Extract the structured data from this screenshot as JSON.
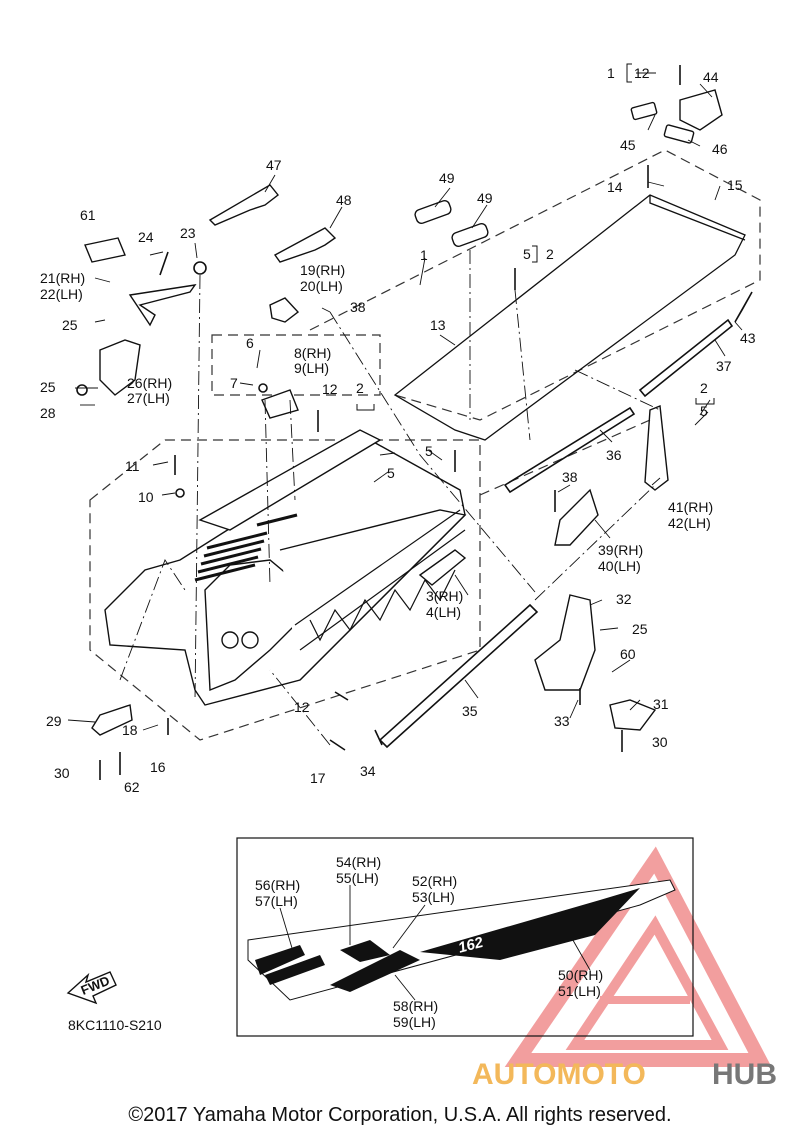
{
  "diagram_code": "8KC1110-S210",
  "fwd_label": "FWD",
  "decal_text": {
    "model_number": "162"
  },
  "watermark": {
    "text_part1": "AUTOMOTO",
    "text_part2": "HUB"
  },
  "copyright": "©2017 Yamaha Motor Corporation, U.S.A. All rights reserved.",
  "callouts": {
    "c1a": "1",
    "c12a": "12",
    "c44": "44",
    "c45": "45",
    "c46": "46",
    "c14": "14",
    "c15": "15",
    "c47": "47",
    "c48": "48",
    "c49a": "49",
    "c49b": "49",
    "c61": "61",
    "c24": "24",
    "c23": "23",
    "c21": "21(RH)",
    "c22": "22(LH)",
    "c19": "19(RH)",
    "c20": "20(LH)",
    "c1b": "1",
    "c5a": "5",
    "c2a": "2",
    "c38a": "38",
    "c25a": "25",
    "c13": "13",
    "c43": "43",
    "c6": "6",
    "c8": "8(RH)",
    "c9": "9(LH)",
    "c26": "26(RH)",
    "c27": "27(LH)",
    "c25b": "25",
    "c7": "7",
    "c28": "28",
    "c12b": "12",
    "c2b": "2",
    "c37": "37",
    "c2c": "2",
    "c5c": "5",
    "c11": "11",
    "c5b": "5",
    "c5d": "5",
    "c36": "36",
    "c10": "10",
    "c38b": "38",
    "c41": "41(RH)",
    "c42": "42(LH)",
    "c39": "39(RH)",
    "c40": "40(LH)",
    "c3": "3(RH)",
    "c4": "4(LH)",
    "c32": "32",
    "c25c": "25",
    "c60": "60",
    "c12c": "12",
    "c35": "35",
    "c31": "31",
    "c29": "29",
    "c33": "33",
    "c18": "18",
    "c30a": "30",
    "c30b": "30",
    "c16": "16",
    "c17": "17",
    "c34": "34",
    "c62": "62",
    "c54": "54(RH)",
    "c55": "55(LH)",
    "c56": "56(RH)",
    "c57": "57(LH)",
    "c52": "52(RH)",
    "c53": "53(LH)",
    "c50": "50(RH)",
    "c51": "51(LH)",
    "c58": "58(RH)",
    "c59": "59(LH)"
  }
}
